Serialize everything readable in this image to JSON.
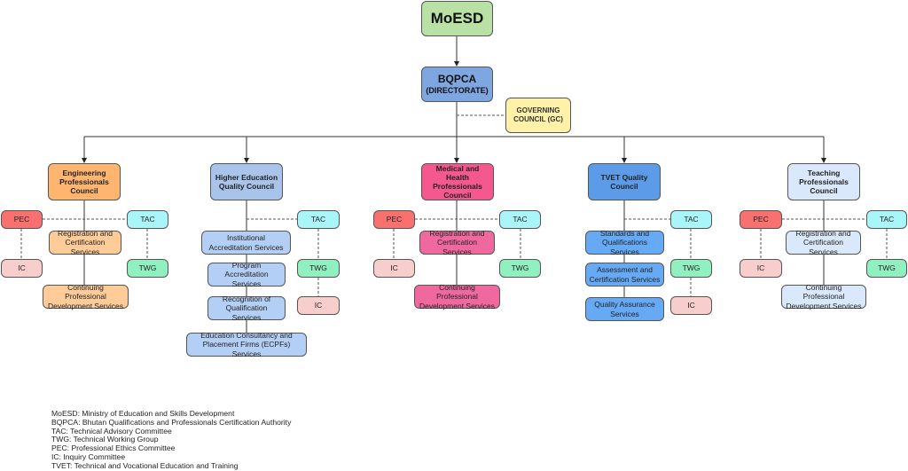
{
  "colors": {
    "green": "#b9e0a5",
    "blue_dark": "#7ea6e0",
    "yellow": "#fff2a8",
    "orange": "#ffb570",
    "orange_light": "#ffcc99",
    "blue_light": "#a9c4eb",
    "blue_lighter": "#b4cff5",
    "pink": "#f5578f",
    "pink_mid": "#f0699e",
    "tvet_blue": "#5b9be8",
    "tvet_blue_light": "#66aaf5",
    "teaching": "#dae8fc",
    "pec": "#f8716e",
    "ic": "#f8cecc",
    "tac": "#aaf5fa",
    "twg": "#91f0c0"
  },
  "top": {
    "moesd": "MoESD",
    "bqpca": "BQPCA",
    "bqpca_sub": "(DIRECTORATE)",
    "gc": "GOVERNING COUNCIL (GC)"
  },
  "councils": {
    "engineering": {
      "name": "Engineering Professionals Council",
      "pec": "PEC",
      "ic": "IC",
      "tac": "TAC",
      "twg": "TWG",
      "services": [
        "Registration and Certification Services",
        "Continuing Professional Development Services"
      ]
    },
    "higher_ed": {
      "name": "Higher Education Quality Council",
      "tac": "TAC",
      "twg": "TWG",
      "ic": "IC",
      "services": [
        "Institutional Accreditation Services",
        "Program Accreditation Services",
        "Recognition of Qualification Services",
        "Education Consultancy and Placement Firms (ECPFs) Services"
      ]
    },
    "medical": {
      "name": "Medical and Health Professionals Council",
      "pec": "PEC",
      "ic": "IC",
      "tac": "TAC",
      "twg": "TWG",
      "services": [
        "Registration and Certification Services",
        "Continuing Professional Development Services"
      ]
    },
    "tvet": {
      "name": "TVET Quality Council",
      "tac": "TAC",
      "twg": "TWG",
      "ic": "IC",
      "services": [
        "Standards and Qualifications Services",
        "Assessment and Certification Services",
        "Quality Assurance Services"
      ]
    },
    "teaching": {
      "name": "Teaching Professionals Council",
      "pec": "PEC",
      "ic": "IC",
      "tac": "TAC",
      "twg": "TWG",
      "services": [
        "Registration and Certification Services",
        "Continuing Professional Development Services"
      ]
    }
  },
  "legend": [
    "MoESD: Ministry of Education and Skills Development",
    "BQPCA: Bhutan Qualifications and Professionals Certification Authority",
    "TAC: Technical Advisory Committee",
    "TWG: Technical Working Group",
    "PEC: Professional Ethics Committee",
    "IC: Inquiry Committee",
    "TVET: Technical and Vocational Education and Training"
  ]
}
